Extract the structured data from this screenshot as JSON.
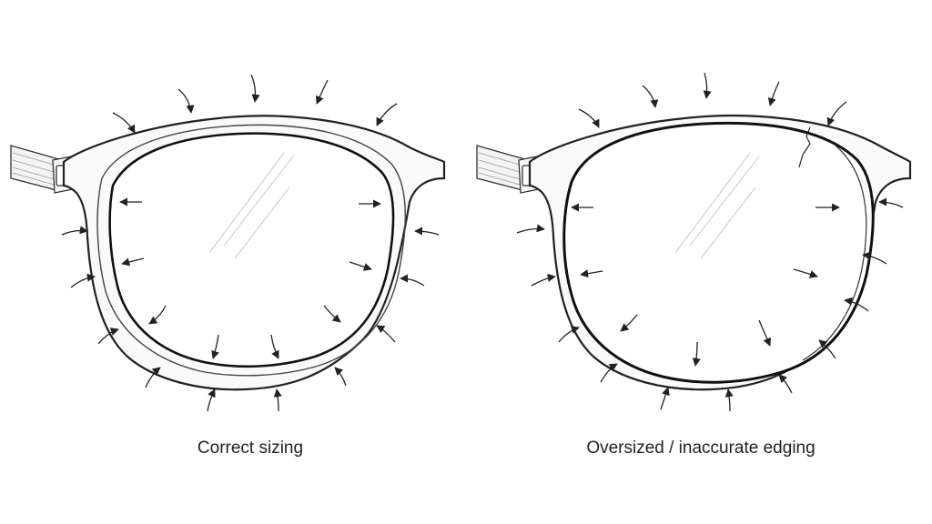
{
  "panels": [
    {
      "caption": "Correct sizing",
      "variant": "correct"
    },
    {
      "caption": "Oversized / inaccurate edging",
      "variant": "oversized"
    }
  ],
  "colors": {
    "ink": "#222222",
    "background": "#ffffff"
  },
  "icons": [
    "arrow-icon",
    "hinge-pin-icon",
    "temple-arm",
    "lens-glare"
  ]
}
